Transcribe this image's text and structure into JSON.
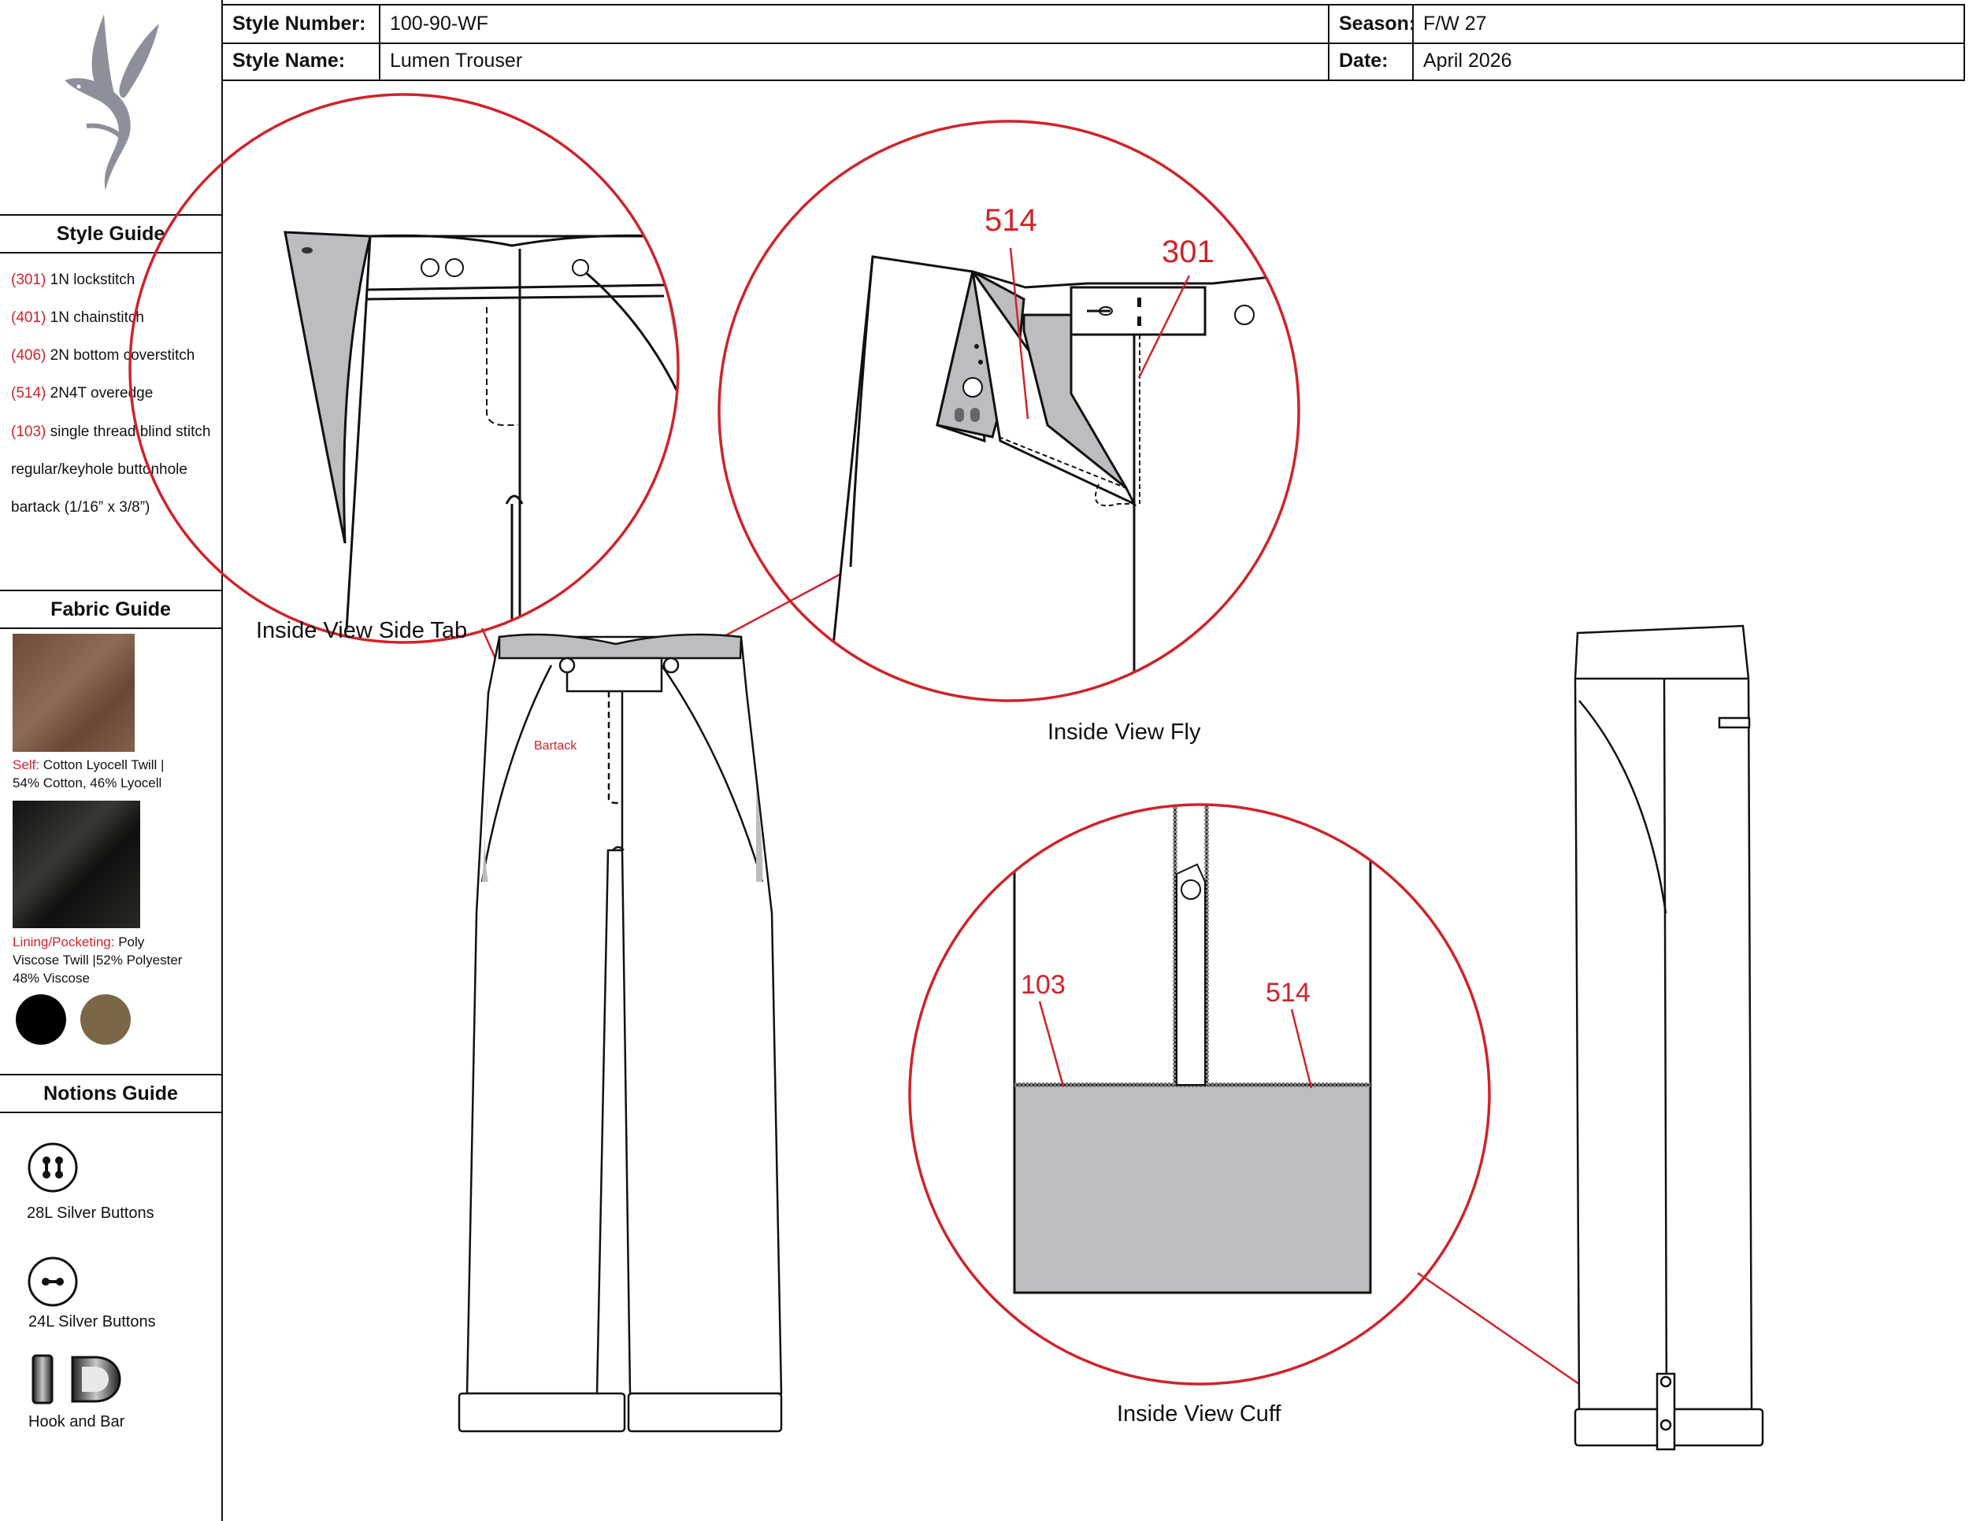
{
  "header": {
    "style_number_label": "Style Number:",
    "style_number": "100-90-WF",
    "style_name_label": "Style Name:",
    "style_name": "Lumen Trouser",
    "season_label": "Season:",
    "season": "F/W 27",
    "date_label": "Date:",
    "date": "April 2026"
  },
  "sidebar": {
    "logo_icon": "hummingbird-icon",
    "style_guide": {
      "title": "Style Guide",
      "items": [
        {
          "code": "(301)",
          "text": " 1N lockstitch"
        },
        {
          "code": "(401)",
          "text": " 1N chainstitch"
        },
        {
          "code": "(406)",
          "text": " 2N bottom coverstitch"
        },
        {
          "code": "(514)",
          "text": " 2N4T overedge"
        },
        {
          "code": "(103)",
          "text": " single thread blind stitch"
        },
        {
          "code": "",
          "text": "regular/keyhole buttonhole"
        },
        {
          "code": "",
          "text": "bartack (1/16” x 3/8”)"
        }
      ]
    },
    "fabric_guide": {
      "title": "Fabric Guide",
      "self_label": "Self:",
      "self_text": " Cotton Lyocell Twill |",
      "self_text2": " 54% Cotton, 46% Lyocell",
      "self_color": "#7a5642",
      "lining_label": "Lining/Pocketing:",
      "lining_text": " Poly",
      "lining_text2": "Viscose Twill |52% Polyester",
      "lining_text3": "48% Viscose",
      "lining_color": "#1b1a18",
      "swatch_colors": [
        "#000000",
        "#7b6647"
      ]
    },
    "notions_guide": {
      "title": "Notions Guide",
      "items": [
        {
          "icon": "four-hole-button-icon",
          "label": "28L Silver Buttons"
        },
        {
          "icon": "two-hole-button-icon",
          "label": "24L Silver Buttons"
        },
        {
          "icon": "hook-and-bar-icon",
          "label": "Hook and Bar"
        }
      ]
    }
  },
  "drawings": {
    "side_tab_label": "Inside View Side Tab",
    "fly_label": "Inside View Fly",
    "cuff_label": "Inside View Cuff",
    "fly_514": "514",
    "fly_301": "301",
    "cuff_103": "103",
    "cuff_514": "514",
    "bartack": "Bartack",
    "accent_color": "#d0232a",
    "fill_gray": "#bcbdc0"
  }
}
